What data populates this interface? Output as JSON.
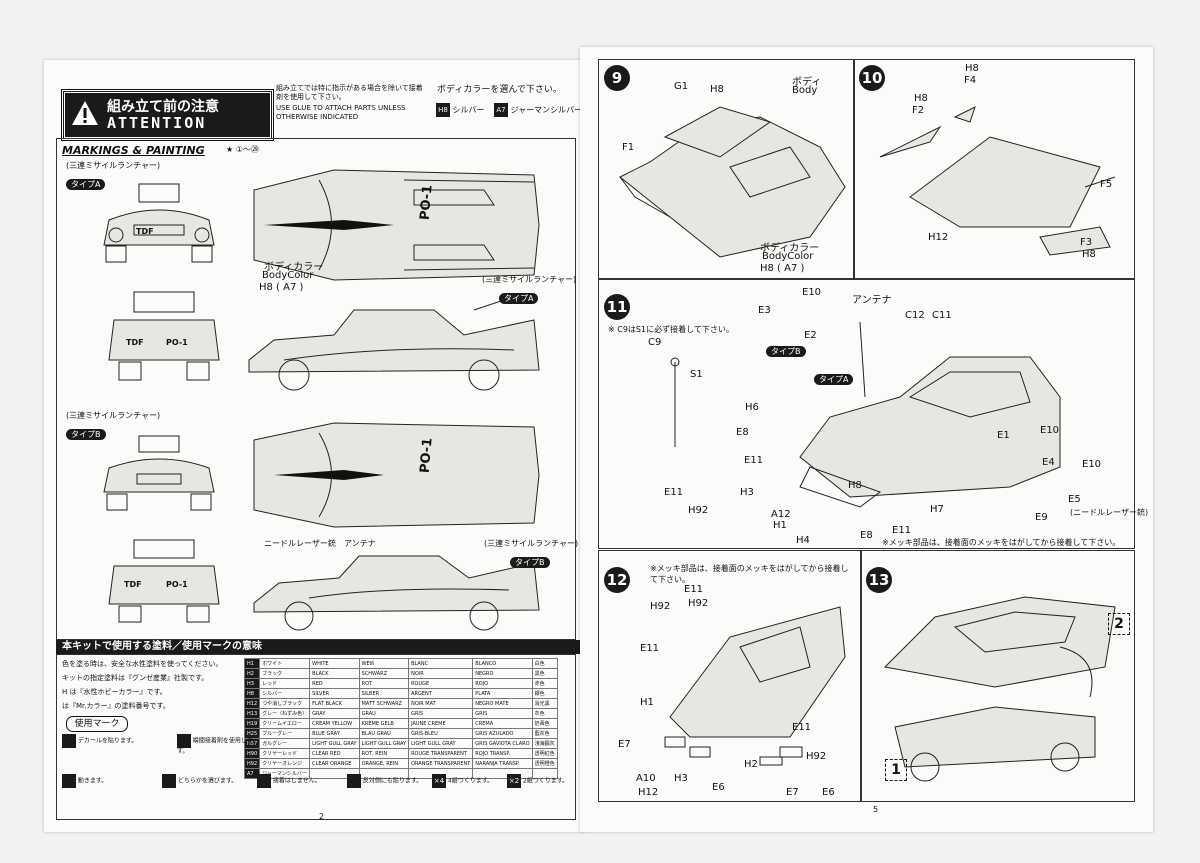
{
  "left_page": {
    "attention": {
      "ja": "組み立て前の注意",
      "en": "ATTENTION"
    },
    "glue_note_ja": "組み立てでは特に指示がある場合を除いて接着剤を使用して下さい。",
    "glue_note_en": "USE GLUE TO ATTACH PARTS UNLESS OTHERWISE INDICATED",
    "body_color_choose": "ボディカラーを選んで下さい。",
    "color_h8": "シルバー",
    "color_a7": "ジャーマンシルバー",
    "markings_title": "MARKINGS & PAINTING",
    "decal_range": "①～㉙",
    "launcher_label": "(三連ミサイルランチャー)",
    "type_a": "タイプA",
    "type_b": "タイプB",
    "body_color_ja": "ボディカラー",
    "body_color_en": "BodyColor",
    "body_color_codes": "H8 ( A7 )",
    "needle_laser": "ニードルレーザー銃",
    "antenna": "アンテナ",
    "decal_text_tdf": "TDF",
    "decal_text_po1": "PO-1",
    "paint_section_title": "本キットで使用する塗料／使用マークの意味",
    "paint_note1": "色を塗る時は、安全な水性塗料を使ってください。",
    "paint_note2": "キットの指定塗料は『グンゼ産業』社製です。",
    "paint_note3": "H は『水性ホビーカラー』です。",
    "paint_note4": "は『Mr.カラー』の塗料番号です。",
    "usage_mark": "使用マーク",
    "paint_rows": [
      [
        "H1",
        "ホワイト",
        "WHITE",
        "WEIß",
        "BLANC",
        "BLANCO",
        "白色"
      ],
      [
        "H2",
        "ブラック",
        "BLACK",
        "SCHWARZ",
        "NOIR",
        "NEGRO",
        "黒色"
      ],
      [
        "H3",
        "レッド",
        "RED",
        "ROT",
        "ROUGE",
        "ROJO",
        "赤色"
      ],
      [
        "H8",
        "シルバー",
        "SILVER",
        "SILBER",
        "ARGENT",
        "PLATA",
        "銀色"
      ],
      [
        "H12",
        "つや消しブラック",
        "FLAT BLACK",
        "MATT SCHWARZ",
        "NOIR MAT",
        "NEGRO MATE",
        "消光黑"
      ],
      [
        "H13",
        "グレー（ねずみ色）",
        "GRAY",
        "GRAU",
        "GRIS",
        "GRIS",
        "灰色"
      ],
      [
        "H19",
        "クリームイエロー",
        "CREAM YELLOW",
        "KREME GELB",
        "JAUNE CREME",
        "CREMA",
        "奶黃色"
      ],
      [
        "H25",
        "ブルーグレー",
        "BLUE GRAY",
        "BLAU GRAU",
        "GRIS-BLEU",
        "GRIS AZULADO",
        "藍灰色"
      ],
      [
        "H57",
        "ガルグレー",
        "LIGHT GULL GRAY",
        "LIGHT GULL GRAY",
        "LIGHT GULL GRAY",
        "GRIS GAVIOTA CLARO",
        "淺海鷗灰"
      ],
      [
        "H90",
        "クリヤーレッド",
        "CLEAR RED",
        "ROT, REIN",
        "ROUGE TRANSPARENT",
        "ROJO TRANSP.",
        "透明紅色"
      ],
      [
        "H92",
        "クリヤーオレンジ",
        "CLEAR ORANGE",
        "ORANGE, REIN",
        "ORANGE TRANSPARENT",
        "NARANJA TRANSP.",
        "透明橙色"
      ],
      [
        "A7",
        "ジャーマンシルバー",
        "",
        "",
        "",
        "",
        ""
      ]
    ],
    "legend": [
      {
        "code": "",
        "ja": "デカールを貼ります。"
      },
      {
        "code": "",
        "ja": "瞬間接着剤を使用します。"
      },
      {
        "code": "",
        "ja": "動きます。"
      },
      {
        "code": "",
        "ja": "どちらかを選びます。"
      },
      {
        "code": "",
        "ja": "接着はしません。"
      },
      {
        "code": "",
        "ja": "反対側にも貼ります。"
      },
      {
        "code": "×4",
        "ja": "4組つくります。"
      },
      {
        "code": "×2",
        "ja": "2組つくります。"
      }
    ],
    "page_number": "2"
  },
  "right_page": {
    "steps": [
      {
        "num": "9",
        "parts": [
          "G1",
          "H8",
          "F1"
        ],
        "body_ja": "ボディ",
        "body_en": "Body",
        "note_ja": "ボディカラー",
        "note_en": "BodyColor",
        "codes": "H8 ( A7 )"
      },
      {
        "num": "10",
        "parts": [
          "F4",
          "H8",
          "F2",
          "H8",
          "F5",
          "H12",
          "F3",
          "H8"
        ]
      },
      {
        "num": "11",
        "note": "※ C9はS1に必ず接着して下さい。",
        "parts": [
          "E10",
          "E3",
          "E2",
          "C12",
          "C11",
          "C9",
          "S1",
          "H6",
          "E8",
          "E11",
          "E1",
          "E10",
          "E4",
          "E10",
          "H3",
          "H8",
          "H7",
          "E5",
          "E9",
          "E11",
          "H92",
          "A12",
          "H1",
          "H4",
          "E8",
          "E11"
        ],
        "antenna": "アンテナ",
        "type_a": "タイプA",
        "type_b": "タイプB",
        "needle_laser": "(ニードルレーザー銃)",
        "chrome_note": "※メッキ部品は、接着面のメッキをはがしてから接着して下さい。"
      },
      {
        "num": "12",
        "note": "※メッキ部品は、接着面のメッキをはがしてから接着して下さい。",
        "parts": [
          "E11",
          "H92",
          "H92",
          "E11",
          "H1",
          "E7",
          "A10",
          "H3",
          "H12",
          "E11",
          "E6",
          "H2",
          "H92",
          "E7",
          "E6"
        ]
      },
      {
        "num": "13",
        "parts": [
          "2",
          "1"
        ]
      }
    ],
    "page_number": "5"
  }
}
